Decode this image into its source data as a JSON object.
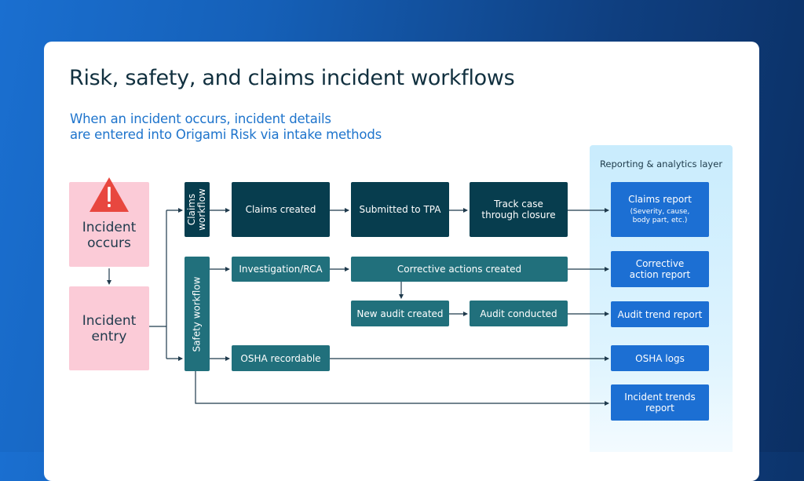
{
  "title": "Risk, safety, and claims incident workflows",
  "subtitle_line1": "When an incident occurs, incident details",
  "subtitle_line2": "are entered into Origami Risk via intake methods",
  "intake": {
    "incident_occurs_line1": "Incident",
    "incident_occurs_line2": "occurs",
    "incident_entry_line1": "Incident",
    "incident_entry_line2": "entry",
    "warning_icon": "warning-triangle-icon"
  },
  "workflows": {
    "claims_label_line1": "Claims",
    "claims_label_line2": "workflow",
    "safety_label": "Safety workflow"
  },
  "claims_steps": {
    "claims_created": "Claims created",
    "submitted_to_tpa": "Submitted to TPA",
    "track_case_line1": "Track case",
    "track_case_line2": "through closure"
  },
  "safety_steps": {
    "investigation": "Investigation/RCA",
    "corrective_actions": "Corrective actions created",
    "new_audit": "New audit created",
    "audit_conducted": "Audit conducted",
    "osha_recordable": "OSHA recordable"
  },
  "reporting": {
    "title": "Reporting & analytics layer",
    "claims_report": "Claims report",
    "claims_report_detail_line1": "(Severity, cause,",
    "claims_report_detail_line2": "body part, etc.)",
    "corrective_report_line1": "Corrective",
    "corrective_report_line2": "action report",
    "audit_trend_report": "Audit trend report",
    "osha_logs": "OSHA logs",
    "incident_trends_line1": "Incident trends",
    "incident_trends_line2": "report"
  },
  "colors": {
    "intake_pink": "#fbcbd7",
    "claims_dark": "#073d4e",
    "safety_teal": "#21707c",
    "report_blue": "#1c6fd3",
    "warning_red": "#e8473f",
    "title_navy": "#11303f",
    "subtitle_blue": "#1e74cc"
  }
}
